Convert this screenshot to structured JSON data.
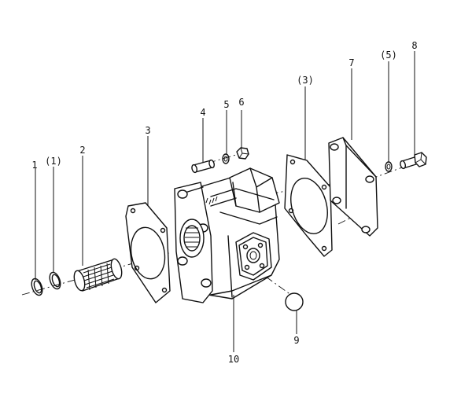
{
  "diagram": {
    "labels": {
      "p1": "1",
      "p1b": "(1)",
      "p2": "2",
      "p3": "3",
      "p3b": "(3)",
      "p4": "4",
      "p5": "5",
      "p5b": "(5)",
      "p6": "6",
      "p7": "7",
      "p8": "8",
      "p9": "9",
      "p10": "10"
    }
  }
}
